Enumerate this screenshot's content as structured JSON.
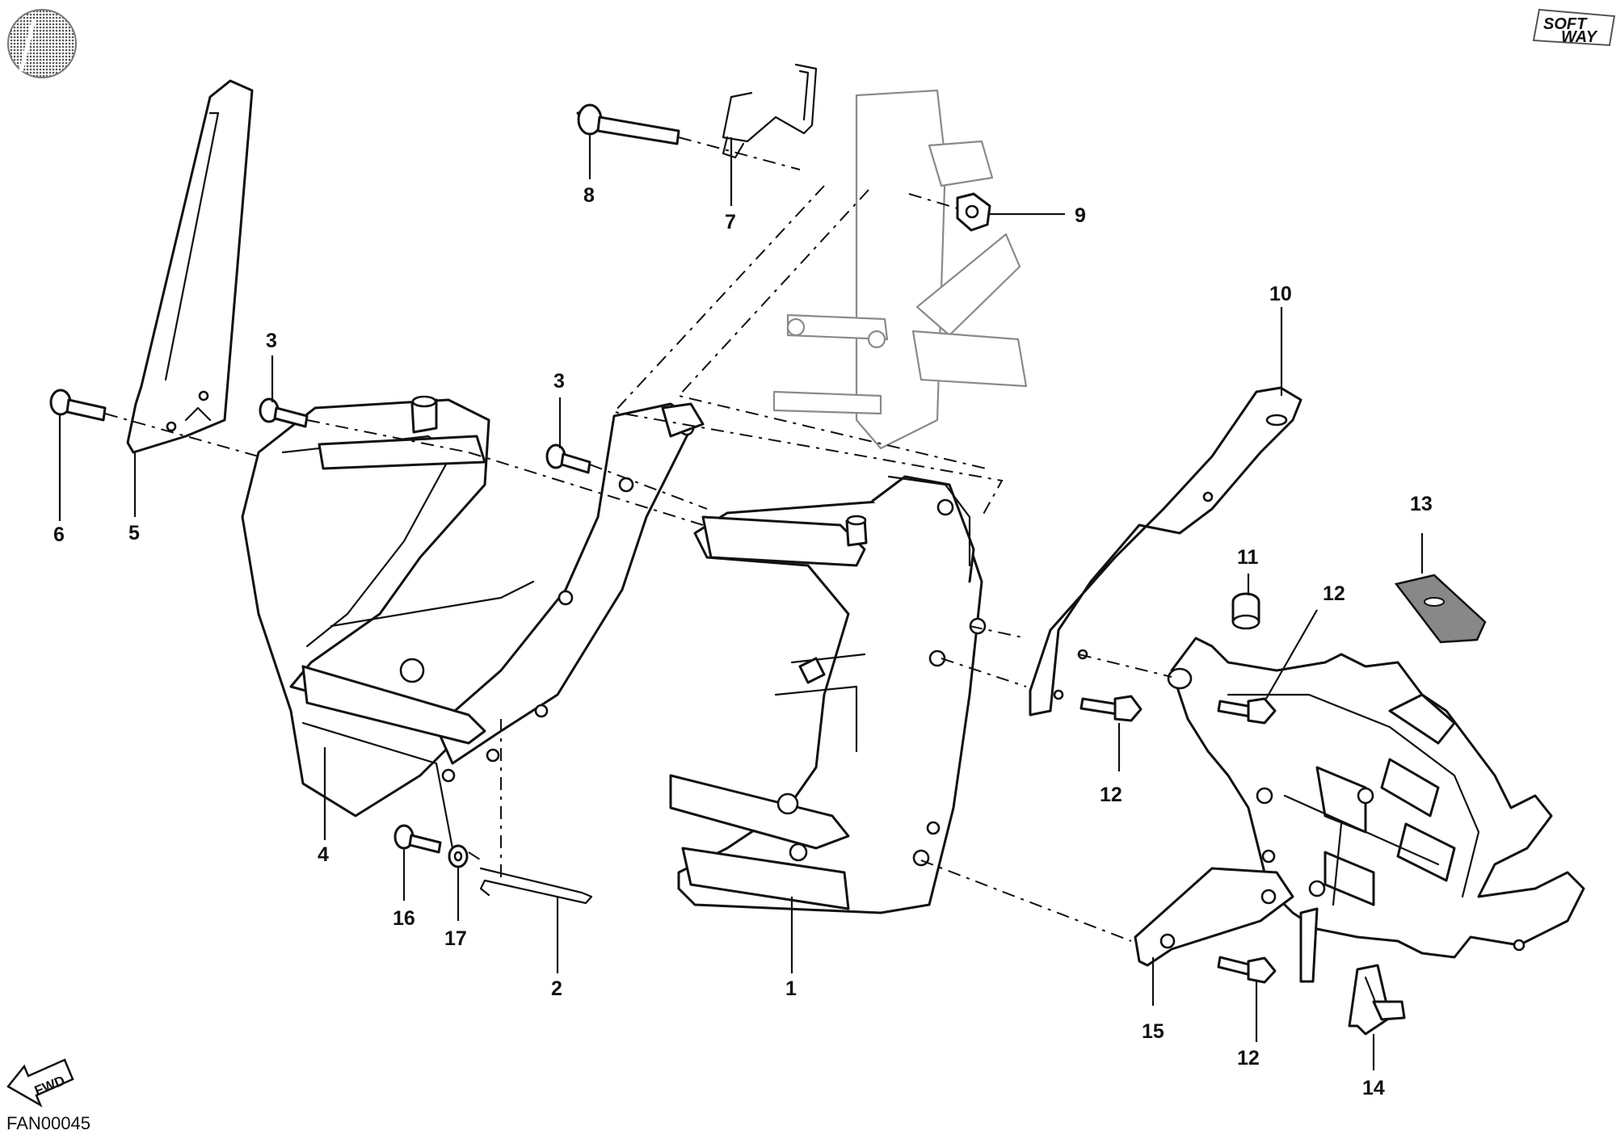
{
  "diagram": {
    "reference_code": "FAN00045",
    "fwd_label": "FWD",
    "brand_logo_text": "SOFTWAY",
    "icons": [
      "disc-logo-icon",
      "fwd-arrow-icon",
      "brand-logo-icon"
    ]
  },
  "callouts": [
    "1",
    "2",
    "3",
    "3",
    "4",
    "5",
    "6",
    "7",
    "8",
    "9",
    "10",
    "11",
    "12",
    "12",
    "12",
    "13",
    "14",
    "15",
    "16",
    "17"
  ]
}
